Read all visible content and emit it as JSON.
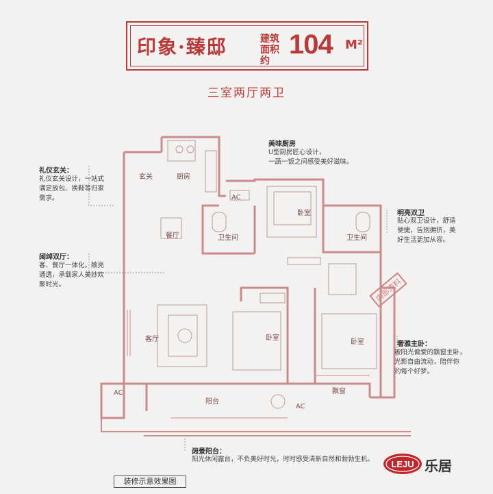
{
  "title": {
    "main": "印象·臻邸",
    "sub": "建筑面积约",
    "area": "104",
    "unit": "M²"
  },
  "layout": "三室两厅两卫",
  "watermark": "内部资料",
  "rooms": {
    "xuanguan": "玄关",
    "kitchen": "厨房",
    "dining": "餐厅",
    "bath1": "卫生间",
    "bath2": "卫生间",
    "bedroom1": "卧室",
    "bedroom2": "卧室",
    "bedroom3": "卧室",
    "living": "客厅",
    "balcony": "阳台",
    "bay": "飘窗",
    "ac1": "AC",
    "ac2": "AC",
    "ac3": "AC"
  },
  "annotations": [
    {
      "title": "礼仪玄关：",
      "text": [
        "礼仪玄关设计，一站式",
        "满足放包、换鞋等归家",
        "需求。"
      ]
    },
    {
      "title": "美味厨房",
      "text": [
        "U型厨房匠心设计，",
        "一蔬一饭之间感受美好滋味。"
      ]
    },
    {
      "title": "明亮双卫",
      "text": [
        "贴心双卫设计，舒适",
        "便捷，告别拥挤，美",
        "好生活更加从容。"
      ]
    },
    {
      "title": "阔绰双厅：",
      "text": [
        "客、餐厅一体化，敞亮",
        "通透，承载家人美妙欢",
        "聚时光。"
      ]
    },
    {
      "title": "奢雅主卧：",
      "text": [
        "被阳光偏爱的飘窗主卧，",
        "光影自由流动，陪伴你",
        "的每个好梦。"
      ]
    },
    {
      "title": "阔景阳台：",
      "text": [
        "阳光休闲露台，不负美好时光，时时感受清新自然和勃勃生机。"
      ]
    }
  ],
  "caption": "装修示意效果图",
  "brand": {
    "logo": "LEJU",
    "name": "乐居"
  },
  "colors": {
    "accent": "#b83a3a",
    "wall": "#c98b8b",
    "background": "#f3f2f0"
  }
}
